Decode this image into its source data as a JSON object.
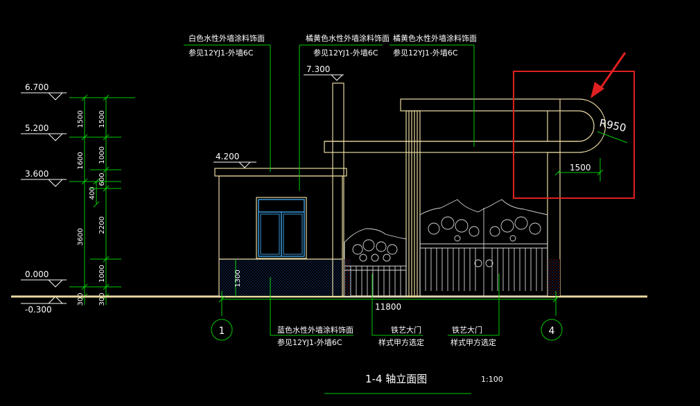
{
  "drawing": {
    "title": "1-4 轴立面图",
    "scale": "1:100",
    "colors": {
      "background": "#000000",
      "dimension_lines": "#00cc00",
      "building_outline": "#e8d9a0",
      "window_frame": "#3a9bdc",
      "highlight_box": "#e02020",
      "text": "#ffffff"
    }
  },
  "elevations": [
    "6.700",
    "5.200",
    "3.600",
    "0.000",
    "-0.300"
  ],
  "elevation_tags": {
    "top_pillar": "7.300",
    "guardhouse_roof": "4.200"
  },
  "dims_outer": [
    "1500",
    "1600",
    "3600",
    "300"
  ],
  "dims_middle": [
    "400"
  ],
  "dims_inner": [
    "1500",
    "1000",
    "600",
    "2200",
    "1000",
    "300"
  ],
  "dims_plinth": "1300",
  "dims_overall": "11800",
  "dims_radius": "R950",
  "dims_offset": "1500",
  "axes": [
    "1",
    "4"
  ],
  "notes": {
    "white_paint": {
      "line1": "白色水性外墙涂料饰面",
      "line2": "参见12YJ1-外墙6C"
    },
    "orange_paint_a": {
      "line1": "橘黄色水性外墙涂料饰面",
      "line2": "参见12YJ1-外墙6C"
    },
    "orange_paint_b": {
      "line1": "橘黄色水性外墙涂料饰面",
      "line2": "参见12YJ1-外墙6C"
    },
    "blue_paint": {
      "line1": "蓝色水性外墙涂料饰面",
      "line2": "参见12YJ1-外墙6C"
    },
    "gate_small": {
      "line1": "铁艺大门",
      "line2": "样式甲方选定"
    },
    "gate_large": {
      "line1": "铁艺大门",
      "line2": "样式甲方选定"
    }
  }
}
